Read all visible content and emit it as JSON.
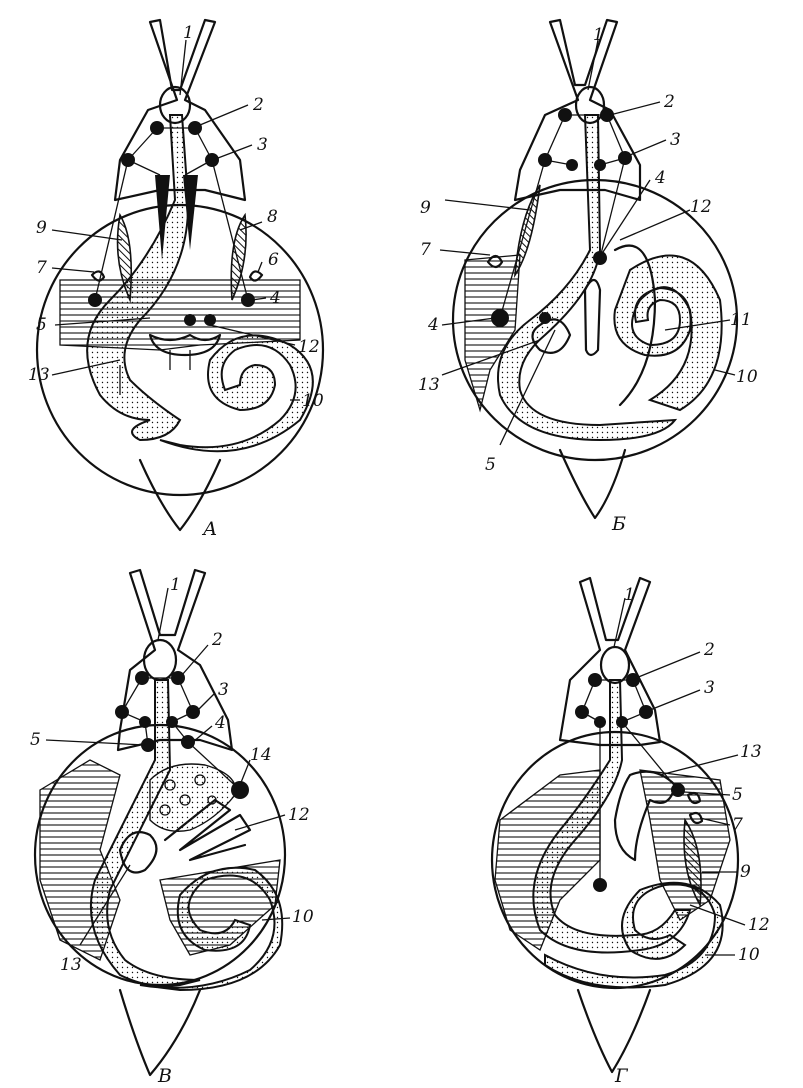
{
  "panels": [
    {
      "id": "A",
      "letter": "А",
      "labels": [
        "1",
        "2",
        "3",
        "4",
        "5",
        "6",
        "7",
        "8",
        "9",
        "10",
        "12",
        "13"
      ]
    },
    {
      "id": "B",
      "letter": "Б",
      "labels": [
        "1",
        "2",
        "3",
        "4",
        "4",
        "5",
        "7",
        "9",
        "10",
        "11",
        "12",
        "13"
      ]
    },
    {
      "id": "V",
      "letter": "В",
      "labels": [
        "1",
        "2",
        "3",
        "4",
        "5",
        "10",
        "12",
        "13",
        "14"
      ]
    },
    {
      "id": "G",
      "letter": "Г",
      "labels": [
        "1",
        "2",
        "3",
        "5",
        "7",
        "9",
        "10",
        "12",
        "13"
      ]
    }
  ]
}
